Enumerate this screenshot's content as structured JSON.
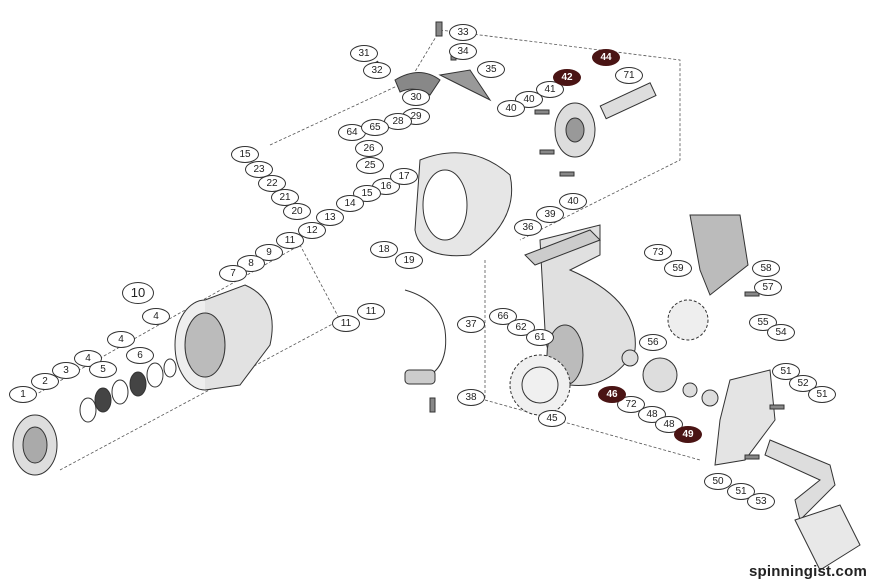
{
  "diagram": {
    "title": "Spinning reel exploded parts diagram",
    "callouts": [
      {
        "label": "33",
        "style": "plain"
      },
      {
        "label": "31",
        "style": "plain"
      },
      {
        "label": "34",
        "style": "plain"
      },
      {
        "label": "32",
        "style": "plain"
      },
      {
        "label": "35",
        "style": "plain"
      },
      {
        "label": "44",
        "style": "dark"
      },
      {
        "label": "71",
        "style": "plain"
      },
      {
        "label": "42",
        "style": "dark"
      },
      {
        "label": "40",
        "style": "plain"
      },
      {
        "label": "41",
        "style": "plain"
      },
      {
        "label": "40",
        "style": "plain"
      },
      {
        "label": "30",
        "style": "plain"
      },
      {
        "label": "29",
        "style": "plain"
      },
      {
        "label": "28",
        "style": "plain"
      },
      {
        "label": "64",
        "style": "plain"
      },
      {
        "label": "65",
        "style": "plain"
      },
      {
        "label": "26",
        "style": "plain"
      },
      {
        "label": "25",
        "style": "plain"
      },
      {
        "label": "15",
        "style": "plain"
      },
      {
        "label": "23",
        "style": "plain"
      },
      {
        "label": "22",
        "style": "plain"
      },
      {
        "label": "21",
        "style": "plain"
      },
      {
        "label": "20",
        "style": "plain"
      },
      {
        "label": "16",
        "style": "plain"
      },
      {
        "label": "17",
        "style": "plain"
      },
      {
        "label": "15",
        "style": "plain"
      },
      {
        "label": "14",
        "style": "plain"
      },
      {
        "label": "13",
        "style": "plain"
      },
      {
        "label": "12",
        "style": "plain"
      },
      {
        "label": "11",
        "style": "plain"
      },
      {
        "label": "36",
        "style": "plain"
      },
      {
        "label": "39",
        "style": "plain"
      },
      {
        "label": "40",
        "style": "plain"
      },
      {
        "label": "9",
        "style": "plain"
      },
      {
        "label": "8",
        "style": "plain"
      },
      {
        "label": "7",
        "style": "plain"
      },
      {
        "label": "10",
        "style": "big"
      },
      {
        "label": "11",
        "style": "plain"
      },
      {
        "label": "11",
        "style": "plain"
      },
      {
        "label": "18",
        "style": "plain"
      },
      {
        "label": "19",
        "style": "plain"
      },
      {
        "label": "59",
        "style": "plain"
      },
      {
        "label": "73",
        "style": "plain"
      },
      {
        "label": "58",
        "style": "plain"
      },
      {
        "label": "57",
        "style": "plain"
      },
      {
        "label": "66",
        "style": "plain"
      },
      {
        "label": "62",
        "style": "plain"
      },
      {
        "label": "61",
        "style": "plain"
      },
      {
        "label": "55",
        "style": "plain"
      },
      {
        "label": "54",
        "style": "plain"
      },
      {
        "label": "56",
        "style": "plain"
      },
      {
        "label": "37",
        "style": "plain"
      },
      {
        "label": "4",
        "style": "plain"
      },
      {
        "label": "4",
        "style": "plain"
      },
      {
        "label": "5",
        "style": "plain"
      },
      {
        "label": "4",
        "style": "plain"
      },
      {
        "label": "6",
        "style": "plain"
      },
      {
        "label": "3",
        "style": "plain"
      },
      {
        "label": "2",
        "style": "plain"
      },
      {
        "label": "1",
        "style": "plain"
      },
      {
        "label": "51",
        "style": "plain"
      },
      {
        "label": "52",
        "style": "plain"
      },
      {
        "label": "51",
        "style": "plain"
      },
      {
        "label": "46",
        "style": "dark"
      },
      {
        "label": "72",
        "style": "plain"
      },
      {
        "label": "48",
        "style": "plain"
      },
      {
        "label": "48",
        "style": "plain"
      },
      {
        "label": "49",
        "style": "dark"
      },
      {
        "label": "38",
        "style": "plain"
      },
      {
        "label": "45",
        "style": "plain"
      },
      {
        "label": "50",
        "style": "plain"
      },
      {
        "label": "51",
        "style": "plain"
      },
      {
        "label": "53",
        "style": "plain"
      }
    ],
    "colors": {
      "dark_callout": "#4a1414",
      "line": "#333333"
    }
  },
  "watermark": "spinningist.com"
}
